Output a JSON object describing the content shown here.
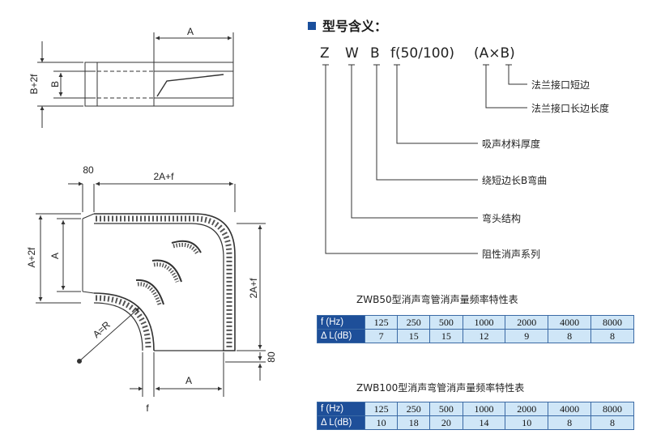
{
  "drawing_labels": {
    "top_A": "A",
    "top_B": "B",
    "top_B2f": "B+2f",
    "dim_80_top": "80",
    "dim_2Af_top": "2A+f",
    "left_A2f": "A+2f",
    "left_A": "A",
    "right_2Af": "2A+f",
    "radius": "A=R",
    "dim_80_right": "80",
    "bottom_A": "A",
    "bottom_f": "f"
  },
  "model": {
    "title": "型号含义：",
    "codes": [
      "Z",
      "W",
      "B",
      "f(50/100)",
      "(A×B)"
    ],
    "explanations": [
      "法兰接口短边",
      "法兰接口长边长度",
      "吸声材料厚度",
      "绕短边长B弯曲",
      "弯头结构",
      "阻性消声系列"
    ]
  },
  "tables": [
    {
      "caption": "ZWB50型消声弯管消声量频率特性表",
      "row_headers": [
        "f (Hz)",
        "Δ L(dB)"
      ],
      "frequencies": [
        "125",
        "250",
        "500",
        "1000",
        "2000",
        "4000",
        "8000"
      ],
      "values": [
        "7",
        "15",
        "15",
        "12",
        "9",
        "8",
        "8"
      ]
    },
    {
      "caption": "ZWB100型消声弯管消声量频率特性表",
      "row_headers": [
        "f (Hz)",
        "Δ L(dB)"
      ],
      "frequencies": [
        "125",
        "250",
        "500",
        "1000",
        "2000",
        "4000",
        "8000"
      ],
      "values": [
        "10",
        "18",
        "20",
        "14",
        "10",
        "8",
        "8"
      ]
    }
  ],
  "colors": {
    "accent_square": "#1a4f9c",
    "table_header": "#1e4f99",
    "table_cell": "#cfe6f7",
    "table_border": "#3b6aa5"
  }
}
